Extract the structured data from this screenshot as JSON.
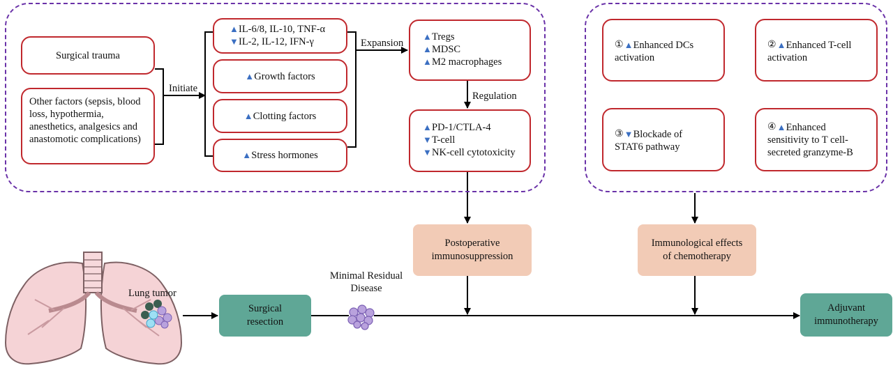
{
  "colors": {
    "dashed_border": "#6a32a8",
    "box_border": "#c0282d",
    "arrow_blue": "#3b6fc2",
    "peach": "#f2cbb6",
    "teal": "#5fa796"
  },
  "icons": {
    "up": "▲",
    "down": "▼"
  },
  "left_panel": {
    "surgical_trauma": "Surgical trauma",
    "other_factors": "Other factors (sepsis, blood loss, hypothermia, anesthetics, analgesics and anastomotic complications)",
    "initiate_label": "Initiate",
    "cytokines": {
      "line1": "IL-6/8, IL-10, TNF-α",
      "line2": "IL-2, IL-12, IFN-γ"
    },
    "growth_factors": "Growth factors",
    "clotting_factors": "Clotting factors",
    "stress_hormones": "Stress hormones",
    "expansion_label": "Expansion",
    "expansion_items": [
      "Tregs",
      "MDSC",
      "M2 macrophages"
    ],
    "regulation_label": "Regulation",
    "regulation_items": [
      "PD-1/CTLA-4",
      "T-cell",
      "NK-cell cytotoxicity"
    ]
  },
  "right_panel": {
    "item1": {
      "num": "①",
      "text1": "Enhanced DCs",
      "text2": "activation"
    },
    "item2": {
      "num": "②",
      "text1": "Enhanced T-cell",
      "text2": "activation"
    },
    "item3": {
      "num": "③",
      "text1": "Blockade of",
      "text2": "STAT6 pathway"
    },
    "item4": {
      "num": "④",
      "text1": "Enhanced",
      "text2": "sensitivity to T cell-",
      "text3": "secreted granzyme-B"
    }
  },
  "flow": {
    "postoperative": [
      "Postoperative",
      "immunosuppression"
    ],
    "chemo_effects": [
      "Immunological effects",
      "of chemotherapy"
    ],
    "lung_tumor": "Lung tumor",
    "surgical_resection": [
      "Surgical",
      "resection"
    ],
    "mrd": [
      "Minimal Residual",
      "Disease"
    ],
    "adjuvant": [
      "Adjuvant",
      "immunotherapy"
    ]
  }
}
